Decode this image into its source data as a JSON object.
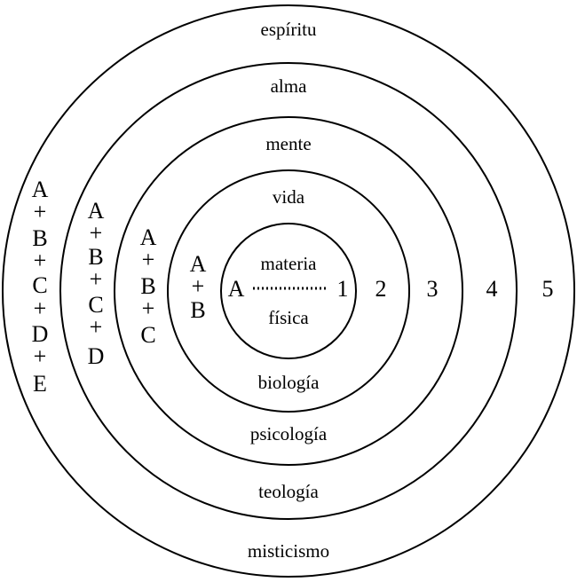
{
  "rings": [
    {
      "top": "materia",
      "bottom": "física",
      "number": "1",
      "stack": [
        "A"
      ]
    },
    {
      "top": "vida",
      "bottom": "biología",
      "number": "2",
      "stack": [
        "A",
        "+",
        "B"
      ]
    },
    {
      "top": "mente",
      "bottom": "psicología",
      "number": "3",
      "stack": [
        "A",
        "+",
        "B",
        "+",
        "C"
      ]
    },
    {
      "top": "alma",
      "bottom": "teología",
      "number": "4",
      "stack": [
        "A",
        "+",
        "B",
        "+",
        "C",
        "+",
        "D"
      ]
    },
    {
      "top": "espíritu",
      "bottom": "misticismo",
      "number": "5",
      "stack": [
        "A",
        "+",
        "B",
        "+",
        "C",
        "+",
        "D",
        "+",
        "E"
      ]
    }
  ]
}
